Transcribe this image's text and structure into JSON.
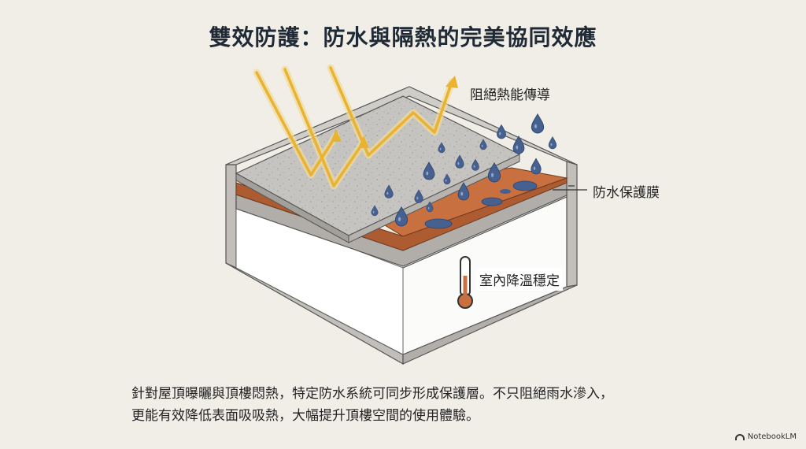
{
  "title": "雙效防護：防水與隔熱的完美協同效應",
  "labels": {
    "heat": "阻絕熱能傳導",
    "membrane": "防水保護膜",
    "indoor": "室內降溫穩定"
  },
  "caption": {
    "line1": "針對屋頂曝曬與頂樓悶熱，特定防水系統可同步形成保護層。不只阻絕雨水滲入，",
    "line2": "更能有效降低表面吸吸熱，大幅提升頂樓空間的使用體驗。"
  },
  "brand": "NotebookLM",
  "colors": {
    "background": "#f0eee6",
    "concrete": "#b9b6b1",
    "membrane": "#c8703f",
    "water": "#46608f",
    "sunlight": "#ecb93a"
  },
  "icons": [
    "sun-ray-arrow-icon",
    "water-drop-icon",
    "thermometer-icon",
    "notebooklm-logo-icon"
  ]
}
